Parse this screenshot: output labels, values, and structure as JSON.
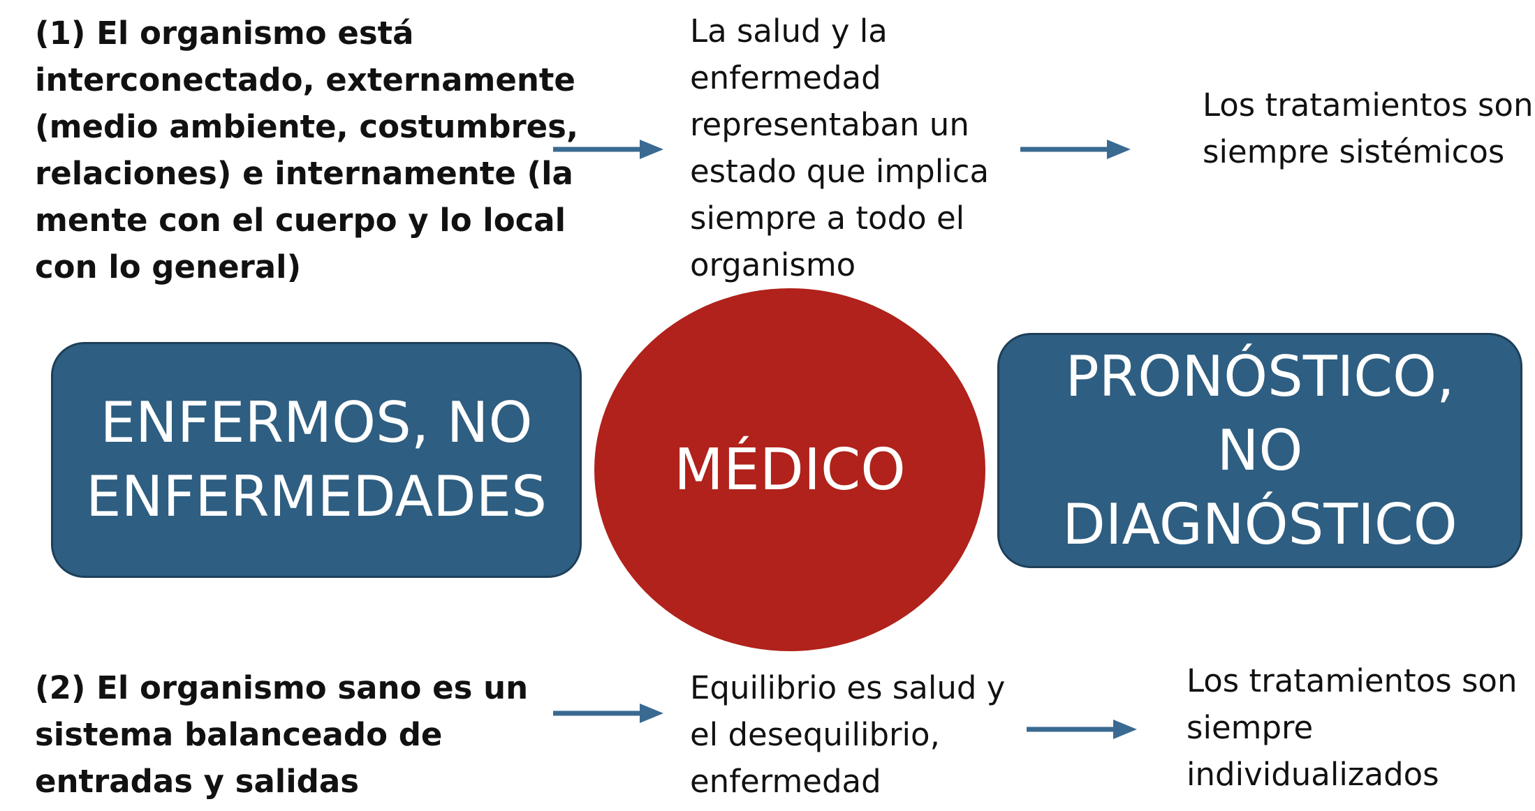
{
  "top_row": {
    "premise": {
      "lines": [
        "(1) El organismo está",
        "interconectado, externamente",
        "(medio ambiente, costumbres,",
        "relaciones) e internamente (la",
        "mente con el cuerpo y lo local",
        "con lo general)"
      ]
    },
    "consequence": {
      "lines": [
        "La salud y la",
        "enfermedad",
        "representaban un",
        "estado que implica",
        "siempre a todo el",
        "organismo"
      ]
    },
    "treatment": {
      "lines": [
        "Los tratamientos son",
        "siempre sistémicos"
      ]
    }
  },
  "center_row": {
    "left_box": {
      "lines": [
        "ENFERMOS, NO",
        "ENFERMEDADES"
      ]
    },
    "center_circle": {
      "label": "MÉDICO"
    },
    "right_box": {
      "lines": [
        "PRONÓSTICO,",
        "NO",
        "DIAGNÓSTICO"
      ]
    }
  },
  "bottom_row": {
    "premise": {
      "lines": [
        "(2) El organismo sano es un",
        "sistema balanceado de",
        "entradas y salidas"
      ]
    },
    "consequence": {
      "lines": [
        "Equilibrio es salud y",
        "el desequilibrio,",
        "enfermedad"
      ]
    },
    "treatment": {
      "lines": [
        "Los tratamientos son",
        "siempre",
        "individualizados"
      ]
    }
  },
  "colors": {
    "box_fill": "#2e5e81",
    "box_border": "#1e3f58",
    "circle_fill": "#b0221b",
    "arrow": "#3a6a92",
    "text": "#111111",
    "on_dark_text": "#ffffff"
  },
  "icons": {
    "arrows": "right-arrow-icon"
  }
}
